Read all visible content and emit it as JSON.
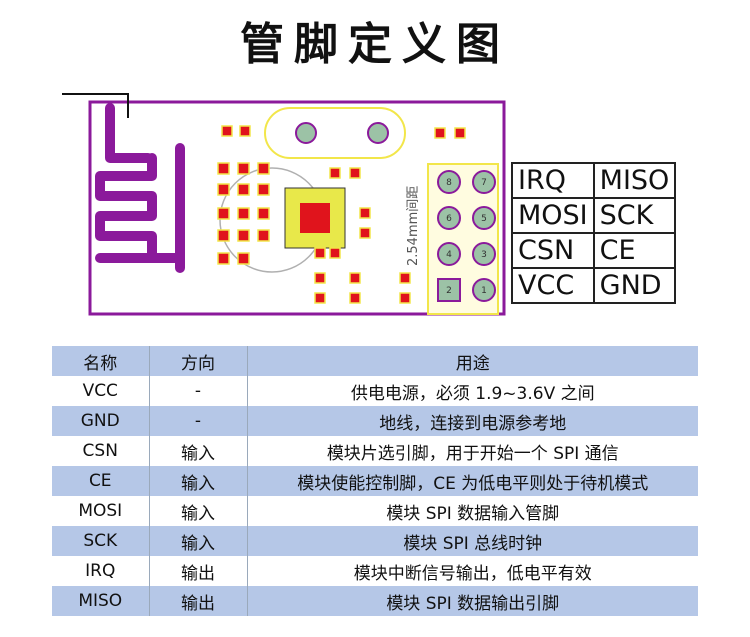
{
  "title": "管脚定义图",
  "colors": {
    "board_fill": "#ffffff",
    "board_outline": "#8b1a9b",
    "antenna": "#8b1a9b",
    "pad": "#e0141c",
    "pad_outline": "#f2e64a",
    "header_bg": "#b5c7e7",
    "pin_circle": "#9cc2a6"
  },
  "board": {
    "spacing_label": "2.54mm间距",
    "pin_numbers": [
      "1",
      "2",
      "3",
      "4",
      "5",
      "6",
      "7",
      "8"
    ]
  },
  "pinout": [
    [
      "IRQ",
      "MISO"
    ],
    [
      "MOSI",
      "SCK"
    ],
    [
      "CSN",
      "CE"
    ],
    [
      "VCC",
      "GND"
    ]
  ],
  "table": {
    "headers": [
      "名称",
      "方向",
      "用途"
    ],
    "rows": [
      [
        "VCC",
        "-",
        "供电电源，必须 1.9~3.6V 之间"
      ],
      [
        "GND",
        "-",
        "地线，连接到电源参考地"
      ],
      [
        "CSN",
        "输入",
        "模块片选引脚，用于开始一个 SPI 通信"
      ],
      [
        "CE",
        "输入",
        "模块使能控制脚，CE 为低电平则处于待机模式"
      ],
      [
        "MOSI",
        "输入",
        "模块 SPI 数据输入管脚"
      ],
      [
        "SCK",
        "输入",
        "模块 SPI 总线时钟"
      ],
      [
        "IRQ",
        "输出",
        "模块中断信号输出，低电平有效"
      ],
      [
        "MISO",
        "输出",
        "模块 SPI 数据输出引脚"
      ]
    ]
  }
}
